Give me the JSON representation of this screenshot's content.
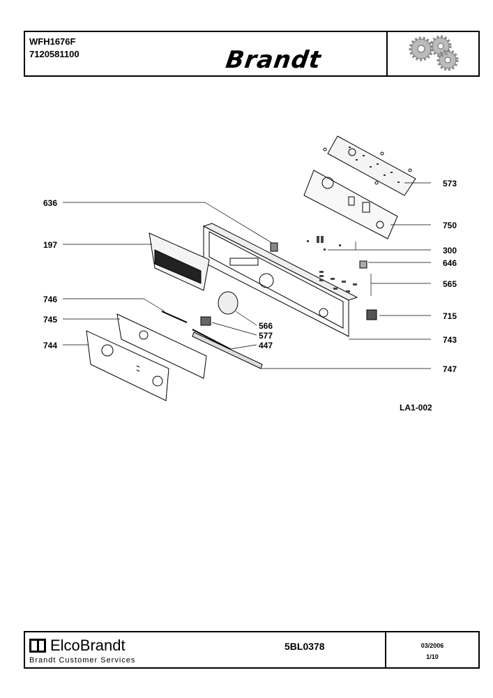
{
  "header": {
    "model": "WFH1676F",
    "code": "7120581100",
    "brand": "Brandt",
    "logo_icon": "gears-icon"
  },
  "parts": [
    {
      "id": "p573",
      "label": "573"
    },
    {
      "id": "p636",
      "label": "636"
    },
    {
      "id": "p750",
      "label": "750"
    },
    {
      "id": "p197",
      "label": "197"
    },
    {
      "id": "p300",
      "label": "300"
    },
    {
      "id": "p646",
      "label": "646"
    },
    {
      "id": "p565",
      "label": "565"
    },
    {
      "id": "p746",
      "label": "746"
    },
    {
      "id": "p715",
      "label": "715"
    },
    {
      "id": "p745",
      "label": "745"
    },
    {
      "id": "p566",
      "label": "566"
    },
    {
      "id": "p577",
      "label": "577"
    },
    {
      "id": "p447",
      "label": "447"
    },
    {
      "id": "p743",
      "label": "743"
    },
    {
      "id": "p744",
      "label": "744"
    },
    {
      "id": "p747",
      "label": "747"
    }
  ],
  "diagram_ref": "LA1-002",
  "footer": {
    "company": "ElcoBrandt",
    "services": "Brandt Customer Services",
    "doc_code": "5BL0378",
    "date": "03/2006",
    "page": "1/10"
  }
}
